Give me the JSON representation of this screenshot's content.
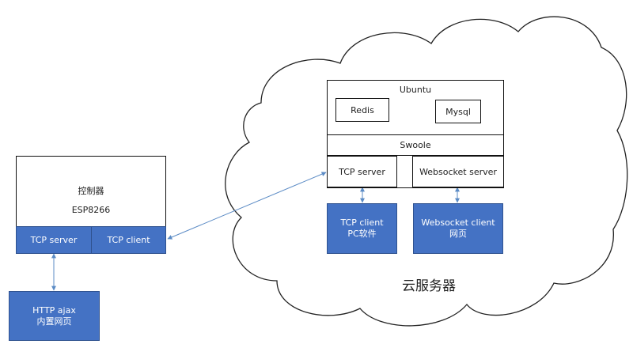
{
  "controller": {
    "title": "控制器",
    "subtitle": "ESP8266",
    "tcp_server": "TCP server",
    "tcp_client": "TCP client"
  },
  "http_box": {
    "line1": "HTTP ajax",
    "line2": "内置网页"
  },
  "cloud": {
    "label": "云服务器",
    "ubuntu": "Ubuntu",
    "redis": "Redis",
    "mysql": "Mysql",
    "swoole": "Swoole",
    "tcp_server": "TCP server",
    "websocket_server": "Websocket server",
    "tcp_client_line1": "TCP client",
    "tcp_client_line2": "PC软件",
    "ws_client_line1": "Websocket client",
    "ws_client_line2": "网页"
  },
  "colors": {
    "accent_blue": "#4472c4",
    "arrow": "#5b8bc5",
    "border": "#111111"
  }
}
